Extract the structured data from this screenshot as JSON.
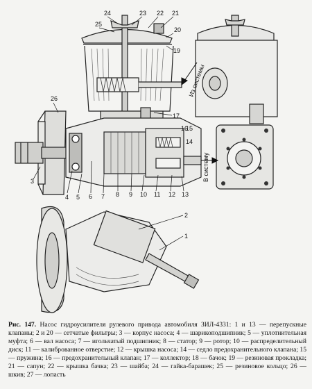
{
  "figure": {
    "callouts_main": [
      "24",
      "23",
      "22",
      "21",
      "25",
      "20",
      "19",
      "17",
      "16",
      "15",
      "14",
      "26",
      "3",
      "4",
      "5",
      "6",
      "7",
      "8",
      "9",
      "10",
      "11",
      "12",
      "13"
    ],
    "callouts_lower": [
      "2",
      "1"
    ],
    "arrow_from_system": "Из системы",
    "arrow_to_system": "В систему"
  },
  "caption": {
    "label": "Рис. 147.",
    "text": "Насос гидроусилителя рулевого привода автомобиля ЗИЛ-4331: 1 и 13 — перепускные клапаны; 2 и 20 — сетчатые фильтры; 3 — корпус насоса; 4 — шарикоподшипник; 5 — уплотнительная муфта; 6 — вал насоса; 7 — игольчатый подшипник; 8 — статор; 9 — ротор; 10 — распределительный диск; 11 — калиброванное отверстие; 12 — крышка насоса; 14 — седло предохранительного клапана; 15 — пружина; 16 — предохранительный клапан; 17 — коллектор; 18 — бачок; 19 — резиновая прокладка; 21 — сапун; 22 — крышка бачка; 23 — шайба; 24 — гайка-барашек; 25 — резиновое кольцо; 26 — шкив; 27 — лопасть"
  }
}
